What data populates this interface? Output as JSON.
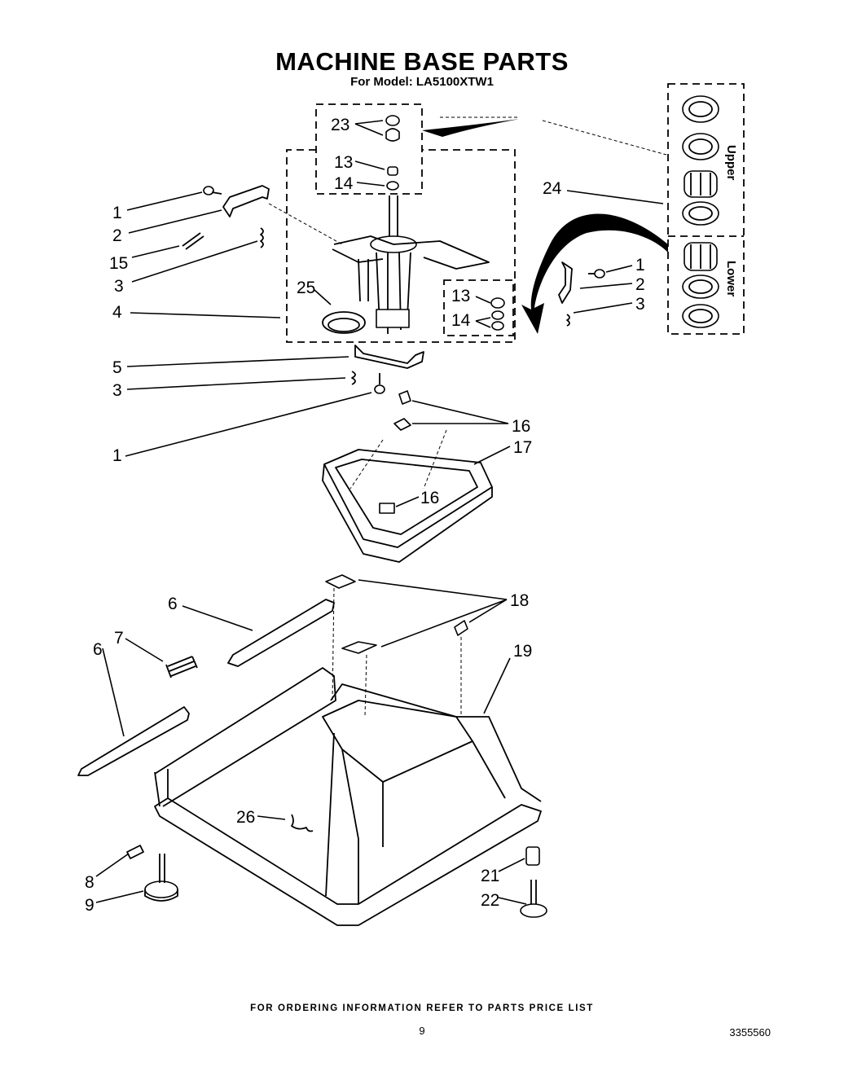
{
  "header": {
    "title": "MACHINE BASE PARTS",
    "model_line": "For Model: LA5100XTW1"
  },
  "inset": {
    "upper_label": "Upper",
    "lower_label": "Lower"
  },
  "callouts": {
    "c23": "23",
    "c13a": "13",
    "c14a": "14",
    "c24": "24",
    "c1a": "1",
    "c2a": "2",
    "c15": "15",
    "c3a": "3",
    "c4": "4",
    "c25": "25",
    "c13b": "13",
    "c14b": "14",
    "c1b": "1",
    "c2b": "2",
    "c3b": "3",
    "c5": "5",
    "c3c": "3",
    "c1c": "1",
    "c16a": "16",
    "c17": "17",
    "c16b": "16",
    "c6a": "6",
    "c7": "7",
    "c6b": "6",
    "c18": "18",
    "c19": "19",
    "c26": "26",
    "c8": "8",
    "c9": "9",
    "c21": "21",
    "c22": "22"
  },
  "footer": {
    "ordering_note": "FOR ORDERING INFORMATION REFER TO PARTS PRICE LIST",
    "page_number": "9",
    "document_number": "3355560"
  }
}
